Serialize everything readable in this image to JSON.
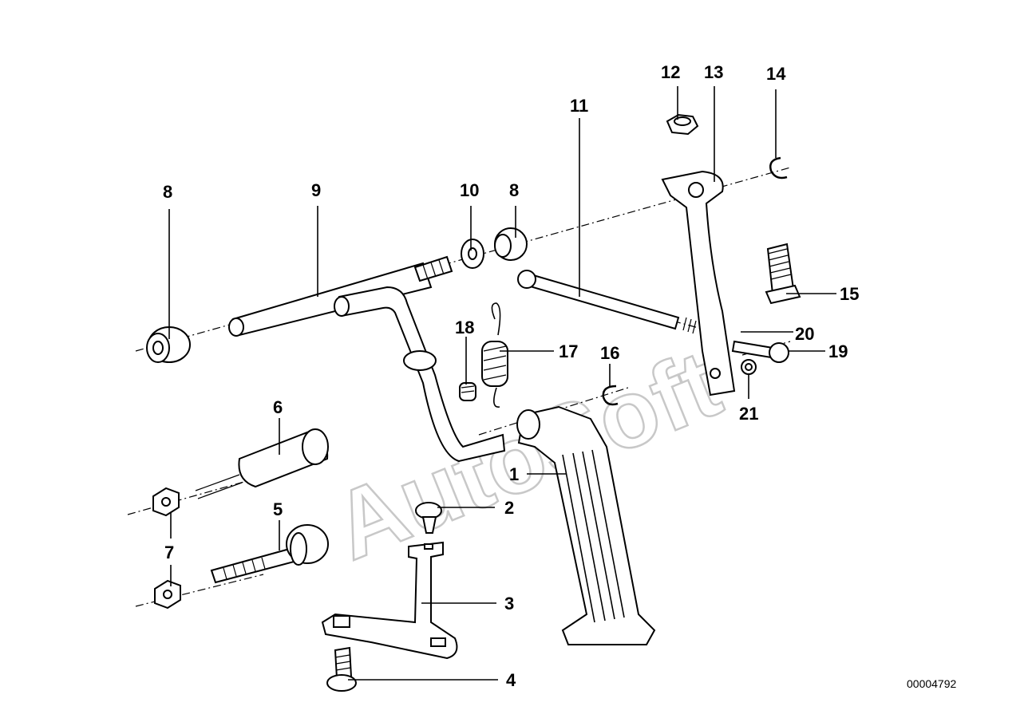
{
  "watermark": "AutoSoft",
  "reference_number": "00004792",
  "callouts": {
    "c1": "1",
    "c2": "2",
    "c3": "3",
    "c4": "4",
    "c5": "5",
    "c6": "6",
    "c7": "7",
    "c8a": "8",
    "c8b": "8",
    "c9": "9",
    "c10": "10",
    "c11": "11",
    "c12": "12",
    "c13": "13",
    "c14": "14",
    "c15": "15",
    "c16": "16",
    "c17": "17",
    "c18": "18",
    "c19": "19",
    "c20": "20",
    "c21": "21"
  }
}
